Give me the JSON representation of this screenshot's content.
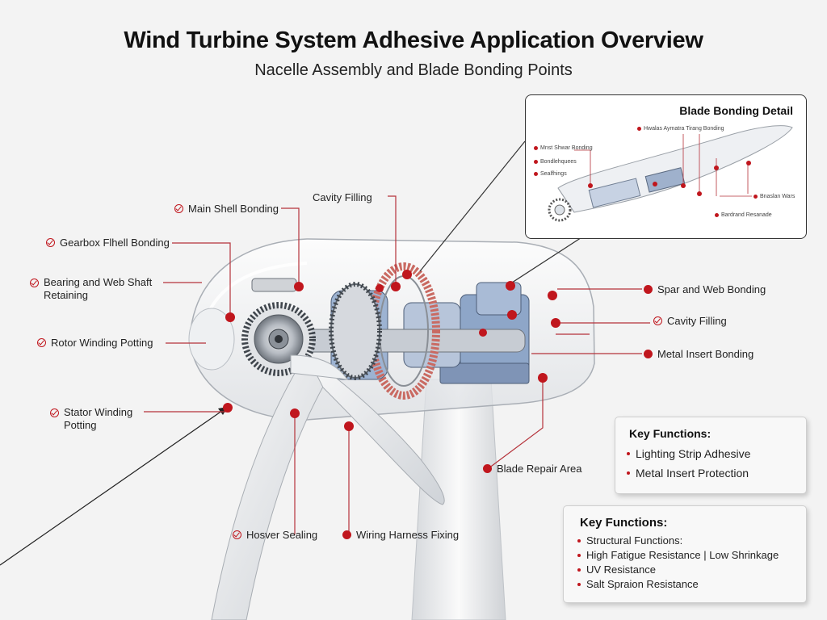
{
  "header": {
    "title": "Wind Turbine System Adhesive Application Overview",
    "subtitle": "Nacelle Assembly and Blade Bonding Points"
  },
  "labels": {
    "main_shell": "Main Shell Bonding",
    "cavity_top": "Cavity Filling",
    "gearbox": "Gearbox Flhell Bonding",
    "bearing": "Bearing and Web Shaft Retaining",
    "rotor": "Rotor Winding Potting",
    "stator": "Stator Winding Potting",
    "spar": "Spar and Web Bonding",
    "cavity_right": "Cavity Filling",
    "metal_insert": "Metal Insert Bonding",
    "blade_repair": "Blade Repair Area",
    "housing": "Hosver Sealing",
    "wiring": "Wiring Harness Fixing"
  },
  "detail": {
    "title": "Blade Bonding Detail",
    "labels": {
      "top": "Hwalas Aymatra Tirang Bonding",
      "left1": "Mnst Shwar Bonding",
      "left2": "Bondlehquees",
      "left3": "Sealfhings",
      "right1": "Bnaslan Wars",
      "right2": "Bardrand Resanade"
    }
  },
  "key_functions_1": {
    "title": "Key Functions:",
    "items": [
      "Lighting Strip Adhesive",
      "Metal Insert Protection"
    ]
  },
  "key_functions_2": {
    "title": "Key Functions:",
    "items": [
      "Structural Functions:",
      "High Fatigue Resistance | Low Shrinkage",
      "UV Resistance",
      "Salt Spraion Resistance"
    ]
  },
  "colors": {
    "accent_red": "#c0161d",
    "leader_line": "#b5323a",
    "metal_blue": "#8ea6c8",
    "background": "#f3f3f3"
  }
}
